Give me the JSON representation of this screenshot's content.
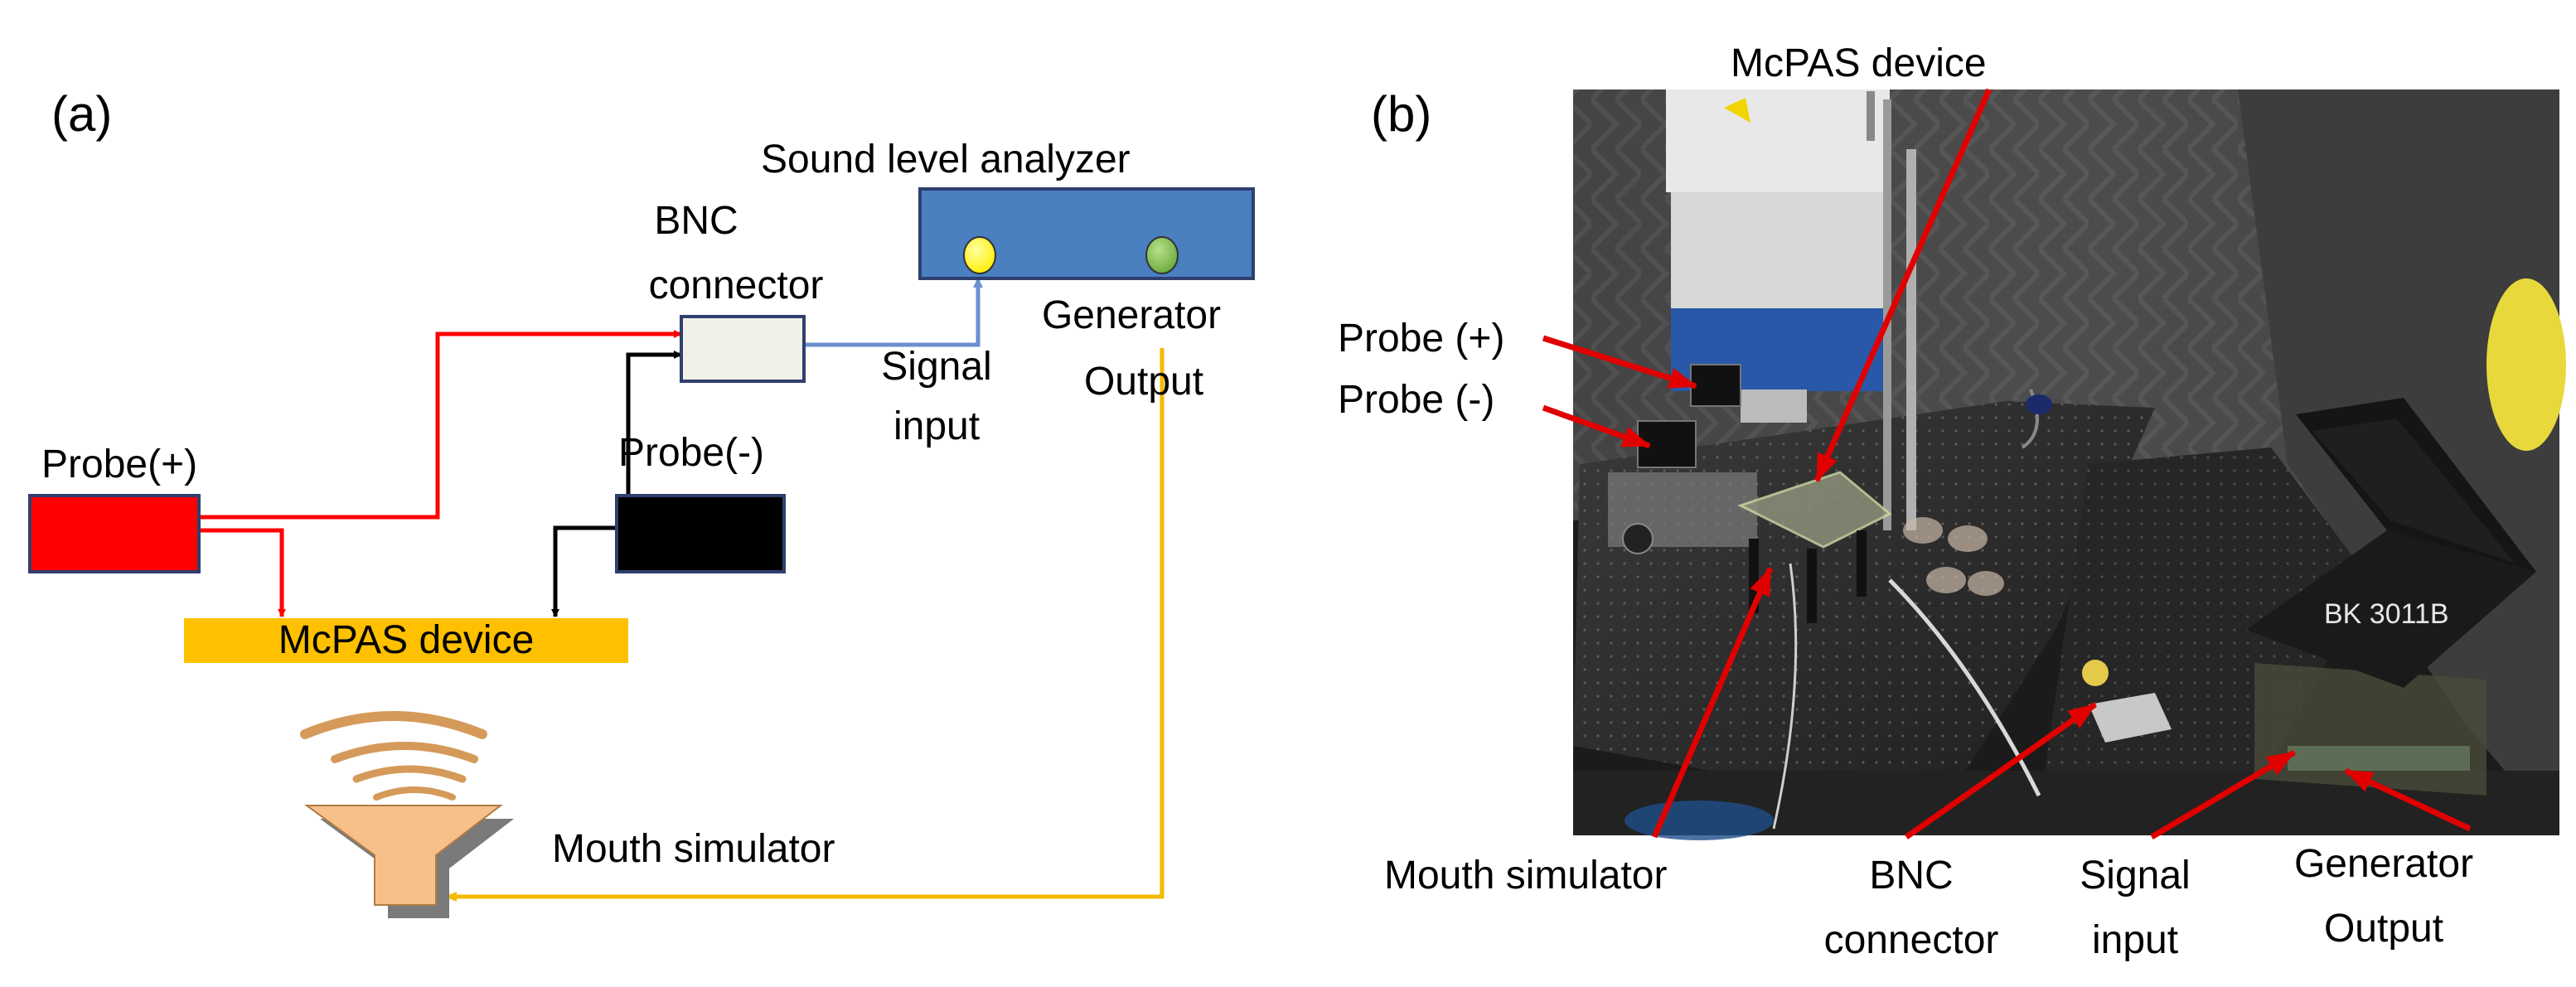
{
  "panel_a": {
    "panel_label": "(a)",
    "probe_plus": "Probe(+)",
    "probe_minus": "Probe(-)",
    "bnc_line1": "BNC",
    "bnc_line2": "connector",
    "analyzer_label": "Sound level analyzer",
    "signal_line1": "Signal",
    "signal_line2": "input",
    "generator_line1": "Generator",
    "generator_line2": "Output",
    "mcpas_label": "McPAS device",
    "mouth_label": "Mouth simulator",
    "colors": {
      "probe_plus_fill": "#ff0000",
      "probe_minus_fill": "#000000",
      "box_border": "#2f3f6f",
      "bnc_fill": "#f1f1ea",
      "analyzer_fill": "#4a7fc0",
      "signal_dot": "#ffff00",
      "generator_dot": "#7cc04a",
      "mcpas_fill": "#ffc000",
      "wire_red": "#ff0000",
      "wire_black": "#000000",
      "wire_blue": "#6b8fd0",
      "wire_orange": "#f5b800",
      "speaker_fill": "#f7c08a",
      "sound_arcs": "#d59a5a"
    }
  },
  "panel_b": {
    "panel_label": "(b)",
    "mcpas_device": "McPAS device",
    "probe_plus": "Probe (+)",
    "probe_minus": "Probe (-)",
    "screen_text": "BK 3011B",
    "mouth_simulator": "Mouth simulator",
    "bnc_line1": "BNC",
    "bnc_line2": "connector",
    "signal_line1": "Signal",
    "signal_line2": "input",
    "generator_line1": "Generator",
    "generator_line2": "Output",
    "colors": {
      "arrow_red": "#e10000",
      "photo_dark": "#1b1b1b",
      "foam_gray": "#4a4a4a",
      "table_top": "#2c2c2c",
      "laptop_body": "#151515",
      "screen_text_color": "#e6e6e6"
    }
  }
}
